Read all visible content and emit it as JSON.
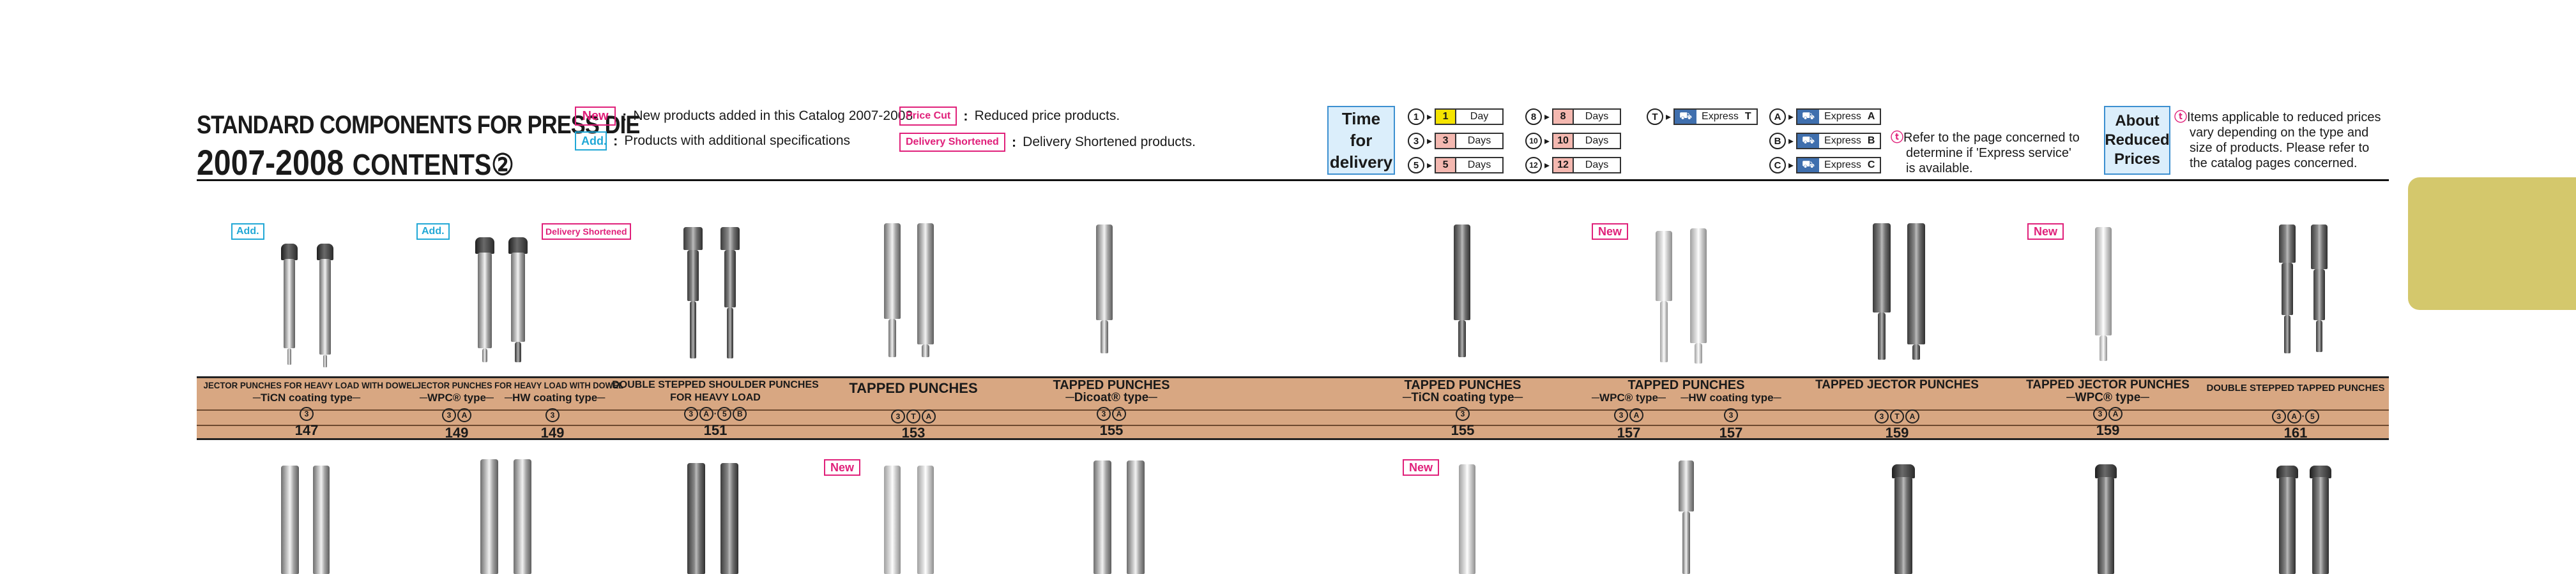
{
  "header": {
    "title_line1": "STANDARD COMPONENTS FOR PRESS DIE",
    "title_year": "2007-2008",
    "title_contents": "CONTENTS②"
  },
  "legend": {
    "new_tag": "New",
    "new_text": "New products added in this Catalog 2007-2008",
    "add_tag": "Add.",
    "add_text": "Products with additional specifications",
    "price_tag": "Price Cut",
    "price_text": "Reduced price products.",
    "deliv_tag": "Delivery Shortened",
    "deliv_text": "Delivery Shortened products."
  },
  "delivery": {
    "title": "Time for delivery",
    "rows": [
      {
        "mark": "1",
        "num": "1",
        "label": "Day",
        "color": "#f5e400"
      },
      {
        "mark": "3",
        "num": "3",
        "label": "Days",
        "color": "#f4b8b0"
      },
      {
        "mark": "5",
        "num": "5",
        "label": "Days",
        "color": "#f4b8b0"
      },
      {
        "mark": "8",
        "num": "8",
        "label": "Days",
        "color": "#f4b8b0"
      },
      {
        "mark": "10",
        "num": "10",
        "label": "Days",
        "color": "#f4b8b0"
      },
      {
        "mark": "12",
        "num": "12",
        "label": "Days",
        "color": "#f4b8b0"
      }
    ],
    "express": [
      {
        "mark": "T",
        "label": "Express",
        "code": "T"
      },
      {
        "mark": "A",
        "label": "Express",
        "code": "A"
      },
      {
        "mark": "B",
        "label": "Express",
        "code": "B"
      },
      {
        "mark": "C",
        "label": "Express",
        "code": "C"
      }
    ],
    "note_line1": "Refer to the page concerned to",
    "note_line2": "determine if 'Express service'",
    "note_line3": "is available."
  },
  "reduced": {
    "title": "About Reduced Prices",
    "note_line1": "Items applicable to reduced prices",
    "note_line2": "vary depending on the type and",
    "note_line3": "size of products. Please refer to",
    "note_line4": "the catalog pages concerned."
  },
  "row1": [
    {
      "name_line1": "JECTOR PUNCHES FOR HEAVY LOAD WITH DOWEL",
      "name_line2": "─TiCN coating type─",
      "marks": [
        "3"
      ],
      "page": "147",
      "badge": "Add."
    },
    {
      "name_line1": "JECTOR PUNCHES FOR HEAVY LOAD WITH DOWEL",
      "name_line2": "─WPC® type─",
      "marks": [
        "3",
        "A"
      ],
      "page": "149",
      "badge": "Add."
    },
    {
      "name_line1": "",
      "name_line2": "─HW coating type─",
      "marks": [
        "3"
      ],
      "page": "149",
      "badge": "Delivery Shortened"
    },
    {
      "name_line1": "DOUBLE STEPPED SHOULDER PUNCHES",
      "name_line2": "FOR HEAVY LOAD",
      "marks": [
        "3",
        "A",
        "5",
        "B"
      ],
      "page": "151",
      "badge": ""
    },
    {
      "name_line1": "TAPPED PUNCHES",
      "name_line2": "",
      "marks": [
        "3",
        "T",
        "A"
      ],
      "page": "153",
      "badge": ""
    },
    {
      "name_line1": "TAPPED PUNCHES",
      "name_line2": "─Dicoat® type─",
      "marks": [
        "3",
        "A"
      ],
      "page": "155",
      "badge": ""
    },
    {
      "name_line1": "TAPPED PUNCHES",
      "name_line2": "─TiCN coating type─",
      "marks": [
        "3"
      ],
      "page": "155",
      "badge": ""
    },
    {
      "name_line1": "TAPPED PUNCHES",
      "name_line2": "─WPC® type─",
      "marks": [
        "3",
        "A"
      ],
      "page": "157",
      "badge": "New"
    },
    {
      "name_line1": "",
      "name_line2": "─HW coating type─",
      "marks": [
        "3"
      ],
      "page": "157",
      "badge": ""
    },
    {
      "name_line1": "TAPPED JECTOR PUNCHES",
      "name_line2": "",
      "marks": [
        "3",
        "T",
        "A"
      ],
      "page": "159",
      "badge": ""
    },
    {
      "name_line1": "TAPPED JECTOR PUNCHES",
      "name_line2": "─WPC® type─",
      "marks": [
        "3",
        "A"
      ],
      "page": "159",
      "badge": "New"
    },
    {
      "name_line1": "DOUBLE STEPPED TAPPED PUNCHES",
      "name_line2": "",
      "marks": [
        "3",
        "A",
        "5"
      ],
      "page": "161",
      "badge": ""
    }
  ],
  "row2_badges": [
    "New",
    "New"
  ]
}
